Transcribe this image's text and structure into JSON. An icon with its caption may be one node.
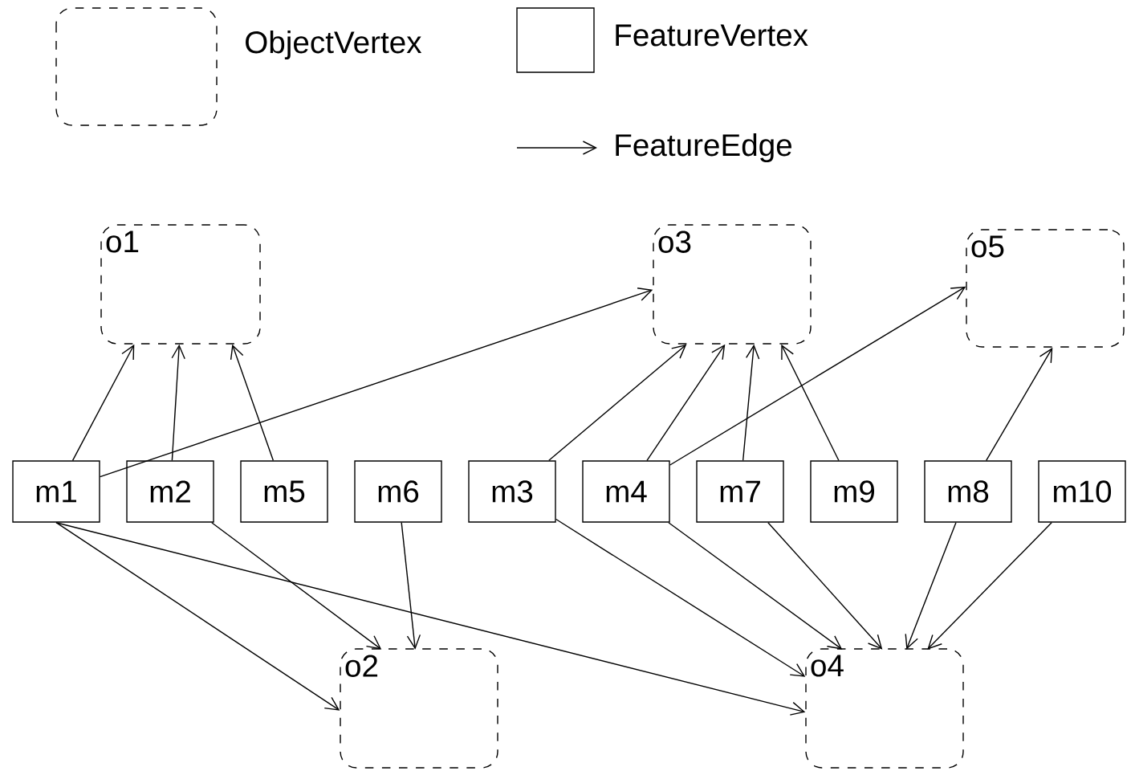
{
  "diagram": {
    "nodes": [
      {
        "text": [
          "o1"
        ]
      },
      {
        "text": [
          "o3"
        ]
      },
      {
        "text": [
          "o5"
        ]
      },
      {
        "text": [
          "m1"
        ]
      },
      {
        "text": [
          "m2"
        ]
      },
      {
        "text": [
          "m5"
        ]
      },
      {
        "text": [
          "m6"
        ]
      },
      {
        "text": [
          "m3"
        ]
      },
      {
        "text": [
          "m4"
        ]
      },
      {
        "text": [
          "m7"
        ]
      },
      {
        "text": [
          "m9"
        ]
      },
      {
        "text": [
          "m8"
        ]
      },
      {
        "text": [
          "m10"
        ]
      },
      {
        "text": [
          "o2"
        ]
      },
      {
        "text": [
          "o4"
        ]
      }
    ],
    "edges": [
      {
        "from": 3,
        "to": 0,
        "arrow": "to"
      },
      {
        "from": 4,
        "to": 0,
        "arrow": "to"
      },
      {
        "from": 5,
        "to": 0,
        "arrow": "to"
      },
      {
        "from": 3,
        "to": 1,
        "arrow": "to"
      },
      {
        "from": 7,
        "to": 1,
        "arrow": "to"
      },
      {
        "from": 8,
        "to": 1,
        "arrow": "to"
      },
      {
        "from": 9,
        "to": 1,
        "arrow": "to"
      },
      {
        "from": 10,
        "to": 1,
        "arrow": "to"
      },
      {
        "from": 8,
        "to": 2,
        "arrow": "to"
      },
      {
        "from": 11,
        "to": 2,
        "arrow": "to"
      },
      {
        "from": 3,
        "to": 13,
        "arrow": "to"
      },
      {
        "from": 4,
        "to": 13,
        "arrow": "to"
      },
      {
        "from": 6,
        "to": 13,
        "arrow": "to"
      },
      {
        "from": 3,
        "to": 14,
        "arrow": "to"
      },
      {
        "from": 7,
        "to": 14,
        "arrow": "to"
      },
      {
        "from": 8,
        "to": 14,
        "arrow": "to"
      },
      {
        "from": 9,
        "to": 14,
        "arrow": "to"
      },
      {
        "from": 11,
        "to": 14,
        "arrow": "to"
      },
      {
        "from": 12,
        "to": 14,
        "arrow": "to"
      }
    ],
    "legend": [
      {
        "text": "ObjectVertex"
      },
      {
        "text": "FeatureVertex"
      },
      {
        "text": "FeatureEdge"
      }
    ]
  }
}
